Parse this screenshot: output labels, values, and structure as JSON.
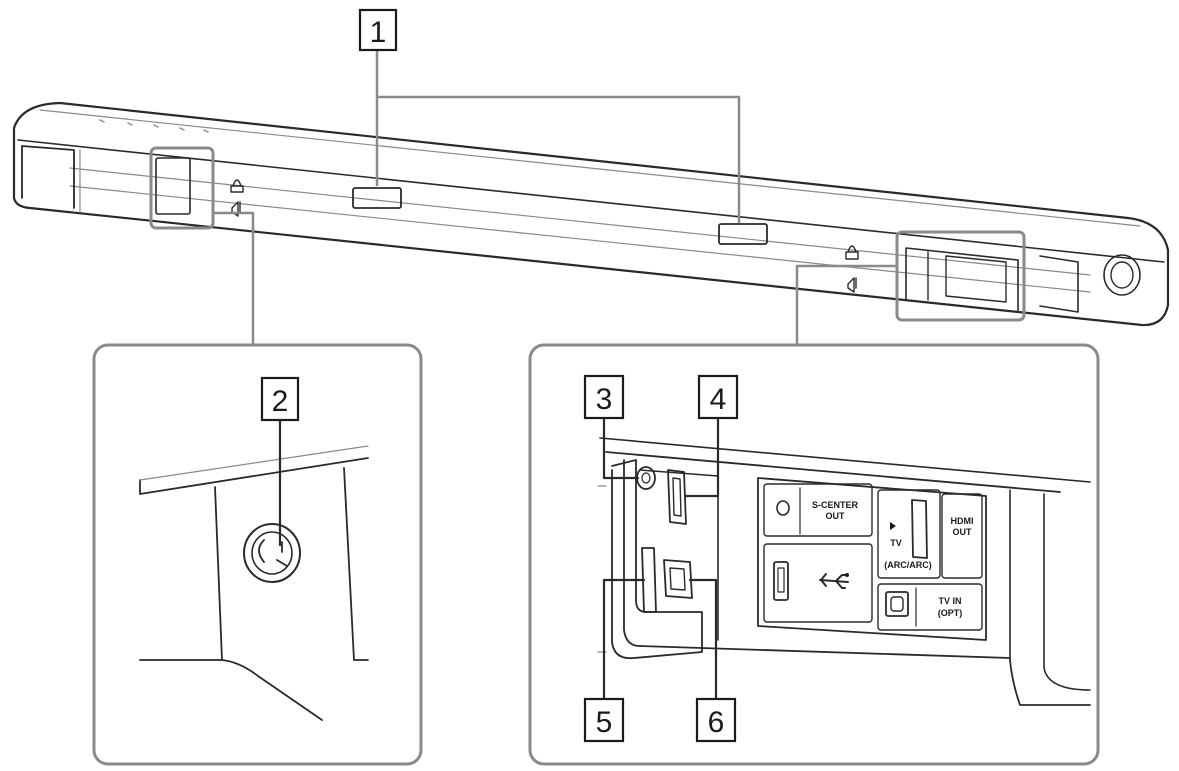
{
  "callouts": {
    "c1": "1",
    "c2": "2",
    "c3": "3",
    "c4": "4",
    "c5": "5",
    "c6": "6"
  },
  "ports": {
    "s_center_out_line1": "S-CENTER",
    "s_center_out_line2": "OUT",
    "hdmi_out_line1": "HDMI",
    "hdmi_out_line2": "OUT",
    "tv_arc_line1": "TV",
    "tv_arc_line2": "(ARC/ARC)",
    "tv_in_opt_line1": "TV IN",
    "tv_in_opt_line2": "(OPT)"
  },
  "icons": [
    "usb-icon",
    "optical-port-icon",
    "hdmi-port-icon",
    "power-connector-icon",
    "lock-icon",
    "speaker-icon"
  ]
}
